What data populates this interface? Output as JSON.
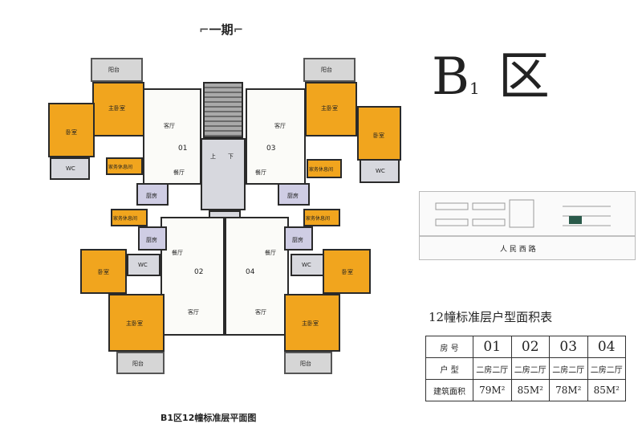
{
  "header": {
    "phase": "一期"
  },
  "district": {
    "letter": "B",
    "sub": "1",
    "char": "区"
  },
  "plan": {
    "caption": "B1区12幢标准层平面图",
    "labels": {
      "living": "客厅",
      "dining": "餐厅",
      "master": "主卧室",
      "bedroom": "卧室",
      "balcony": "阳台",
      "bath": "家务休息间",
      "kitchen": "厨房",
      "wc": "WC",
      "up": "上",
      "down": "下"
    },
    "units": [
      "01",
      "02",
      "03",
      "04"
    ]
  },
  "site_map": {
    "road": "人 民 西 路"
  },
  "area_table": {
    "title": "12幢标准层户型面积表",
    "rows": [
      {
        "header": "房 号",
        "cells": [
          "01",
          "02",
          "03",
          "04"
        ]
      },
      {
        "header": "户 型",
        "cells": [
          "二房二厅",
          "二房二厅",
          "二房二厅",
          "二房二厅"
        ]
      },
      {
        "header": "建筑面积",
        "cells": [
          "79M²",
          "85M²",
          "78M²",
          "85M²"
        ]
      }
    ]
  }
}
